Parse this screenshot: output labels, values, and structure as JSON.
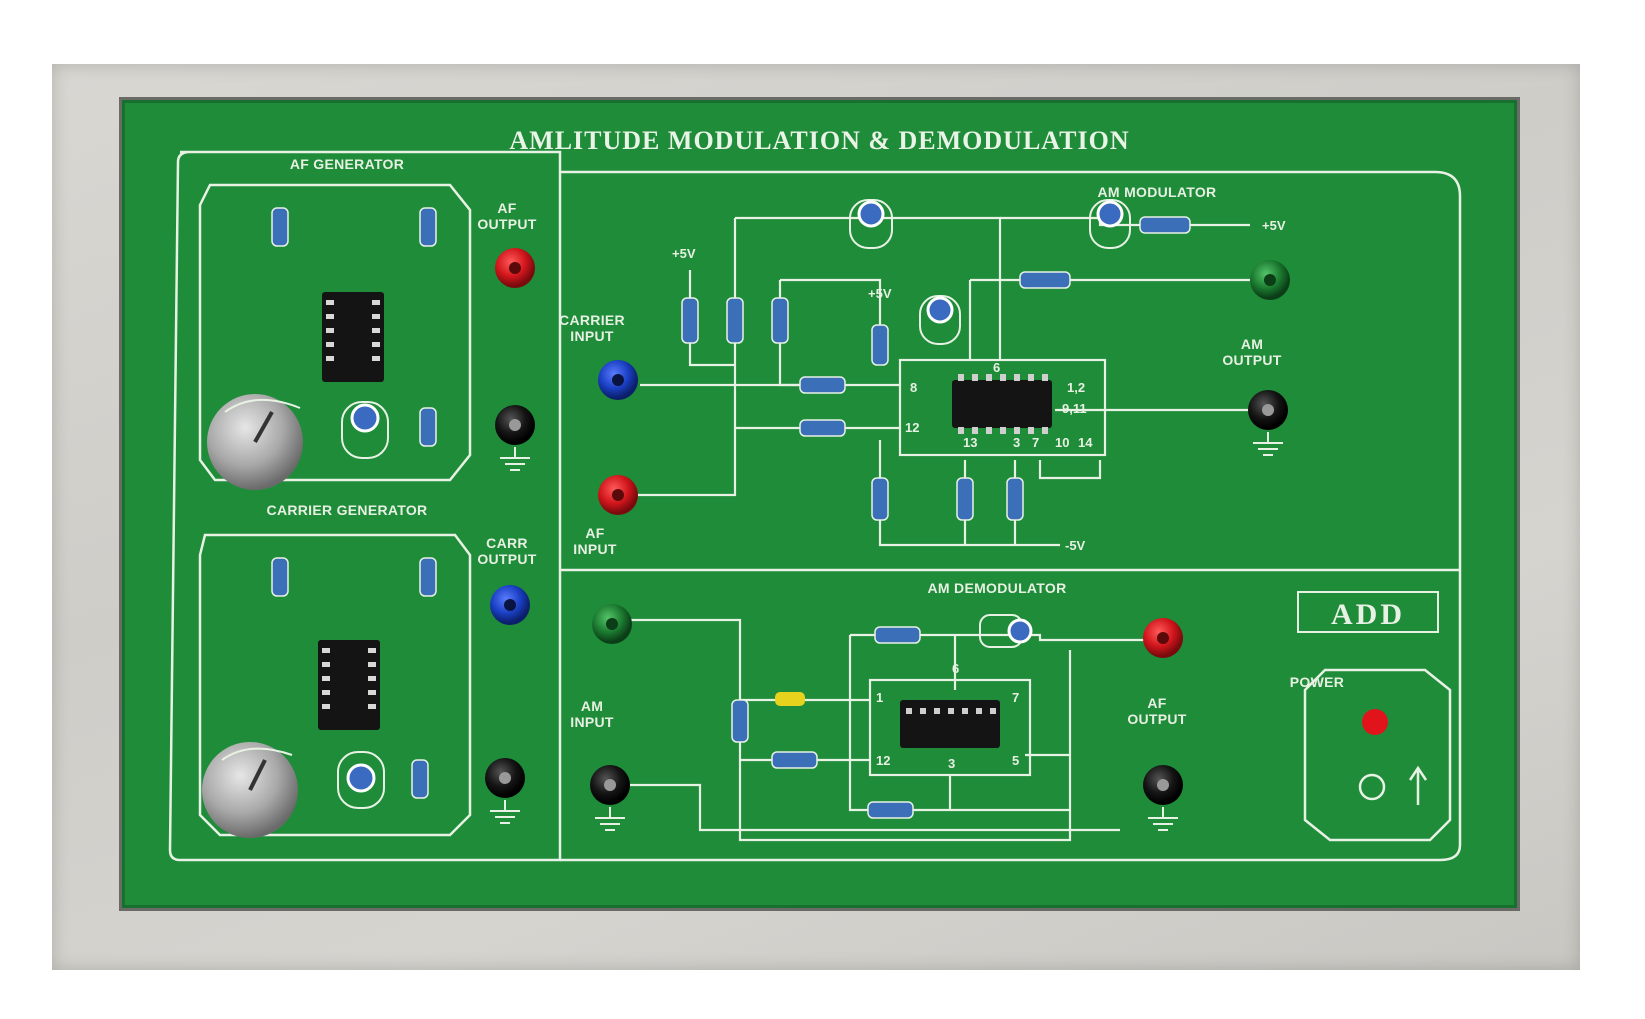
{
  "board": {
    "title": "AMLITUDE MODULATION & DEMODULATION",
    "af_generator": {
      "label": "AF GENERATOR",
      "output_label": "AF\nOUTPUT"
    },
    "carrier_generator": {
      "label": "CARRIER GENERATOR",
      "output_label": "CARR\nOUTPUT"
    },
    "am_modulator": {
      "label": "AM MODULATOR",
      "carrier_input_label": "CARRIER\nINPUT",
      "af_input_label": "AF\nINPUT",
      "am_output_label": "AM\nOUTPUT",
      "supply_plus": "+5V",
      "supply_minus": "-5V",
      "pins": [
        "8",
        "6",
        "12",
        "1,2",
        "9,11",
        "13",
        "3",
        "7",
        "10",
        "14"
      ]
    },
    "am_demodulator": {
      "label": "AM DEMODULATOR",
      "am_input_label": "AM\nINPUT",
      "af_output_label": "AF\nOUTPUT",
      "pins": [
        "6",
        "1",
        "7",
        "12",
        "3",
        "5"
      ]
    },
    "power": {
      "label": "POWER"
    },
    "brand": {
      "label": "ADD"
    },
    "colors": {
      "board": "#1e8c39",
      "trace": "#e8f2e4",
      "socket_red": "#d1161c",
      "socket_blue": "#1a3fc2",
      "socket_black": "#111111",
      "socket_green": "#1b7a30"
    }
  }
}
